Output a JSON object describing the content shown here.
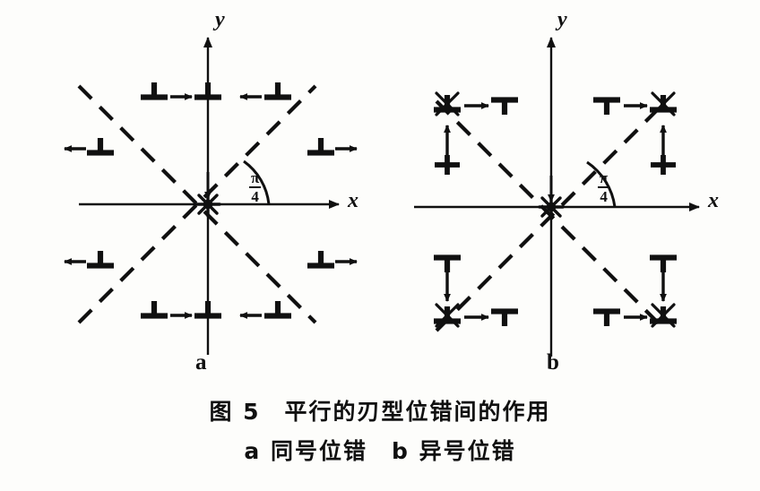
{
  "figure": {
    "caption_line_1": "图 5　平行的刃型位错间的作用",
    "caption_line_2": "a 同号位错　b 异号位错",
    "background_color": "#fdfdfb",
    "ink_color": "#101010"
  },
  "panels": [
    {
      "id": "a",
      "letter": "a",
      "title_key": "同号位错",
      "axis": {
        "x_label": "x",
        "y_label": "y",
        "origin_marker": "starburst-icon"
      },
      "angle": {
        "numerator": "π",
        "denominator": "4",
        "value_text": "π/4"
      },
      "dislocations": [
        {
          "position": "top-left",
          "symbol": "⊥",
          "arrow": "right"
        },
        {
          "position": "top-center",
          "symbol": "⊥",
          "arrow": "none"
        },
        {
          "position": "top-right",
          "symbol": "⊥",
          "arrow": "left"
        },
        {
          "position": "upper-left",
          "symbol": "⊥",
          "arrow": "left"
        },
        {
          "position": "upper-right",
          "symbol": "⊥",
          "arrow": "right"
        },
        {
          "position": "lower-left",
          "symbol": "⊥",
          "arrow": "left"
        },
        {
          "position": "lower-right",
          "symbol": "⊥",
          "arrow": "right"
        },
        {
          "position": "bottom-left",
          "symbol": "⊥",
          "arrow": "right"
        },
        {
          "position": "bottom-center",
          "symbol": "⊥",
          "arrow": "none"
        },
        {
          "position": "bottom-right",
          "symbol": "⊥",
          "arrow": "left"
        }
      ]
    },
    {
      "id": "b",
      "letter": "b",
      "title_key": "异号位错",
      "axis": {
        "x_label": "x",
        "y_label": "y",
        "origin_marker": "starburst-icon"
      },
      "angle": {
        "numerator": "π",
        "denominator": "4",
        "value_text": "π/4"
      },
      "dislocations": [
        {
          "position": "top-left-corner",
          "symbol": "⊥",
          "arrow": "right"
        },
        {
          "position": "top-left-inner",
          "symbol": "⊤",
          "arrow": "none"
        },
        {
          "position": "left-upper-vertical",
          "symbol": "⊥",
          "arrow": "up"
        },
        {
          "position": "top-right-inner",
          "symbol": "⊤",
          "arrow": "right"
        },
        {
          "position": "top-right-corner",
          "symbol": "⊥",
          "arrow": "none"
        },
        {
          "position": "right-upper-vertical",
          "symbol": "⊥",
          "arrow": "up"
        },
        {
          "position": "left-lower-vertical",
          "symbol": "⊤",
          "arrow": "down"
        },
        {
          "position": "bottom-left-corner",
          "symbol": "⊥",
          "arrow": "right"
        },
        {
          "position": "bottom-left-inner",
          "symbol": "⊤",
          "arrow": "none"
        },
        {
          "position": "right-lower-vertical",
          "symbol": "⊤",
          "arrow": "down"
        },
        {
          "position": "bottom-right-inner",
          "symbol": "⊤",
          "arrow": "right"
        },
        {
          "position": "bottom-right-corner",
          "symbol": "⊥",
          "arrow": "none"
        }
      ]
    }
  ]
}
